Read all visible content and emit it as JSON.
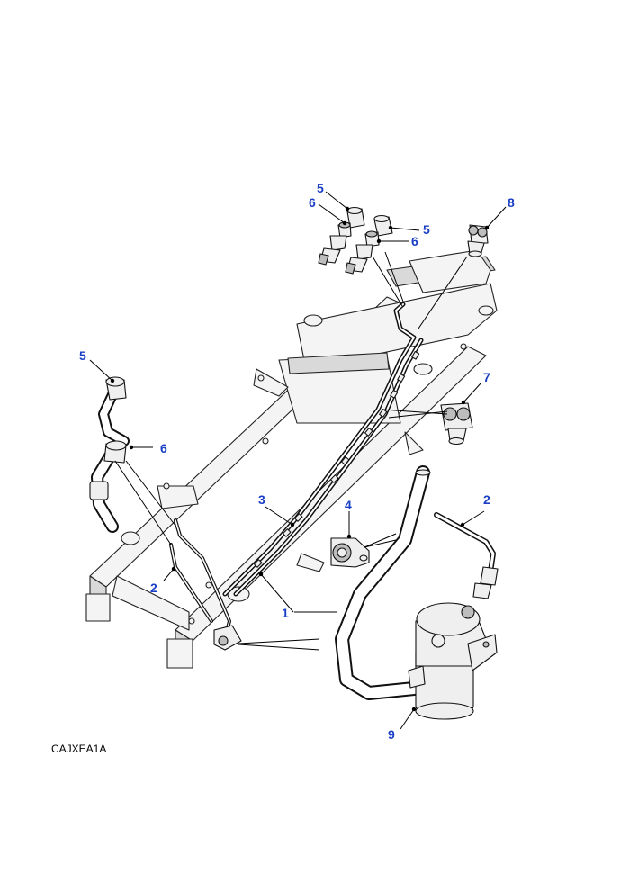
{
  "figure": {
    "reference_code": "CAJXEA1A"
  },
  "callouts": [
    {
      "id": "c5-top",
      "label": "5"
    },
    {
      "id": "c6-top",
      "label": "6"
    },
    {
      "id": "c5-right",
      "label": "5"
    },
    {
      "id": "c6-right",
      "label": "6"
    },
    {
      "id": "c8",
      "label": "8"
    },
    {
      "id": "c5-left",
      "label": "5"
    },
    {
      "id": "c7",
      "label": "7"
    },
    {
      "id": "c6-left",
      "label": "6"
    },
    {
      "id": "c3",
      "label": "3"
    },
    {
      "id": "c4",
      "label": "4"
    },
    {
      "id": "c2-right",
      "label": "2"
    },
    {
      "id": "c2-left",
      "label": "2"
    },
    {
      "id": "c1",
      "label": "1"
    },
    {
      "id": "c9",
      "label": "9"
    }
  ],
  "colors": {
    "callout": "#1a3fc6",
    "line": "#111111",
    "frame_fill": "#f4f4f4"
  }
}
